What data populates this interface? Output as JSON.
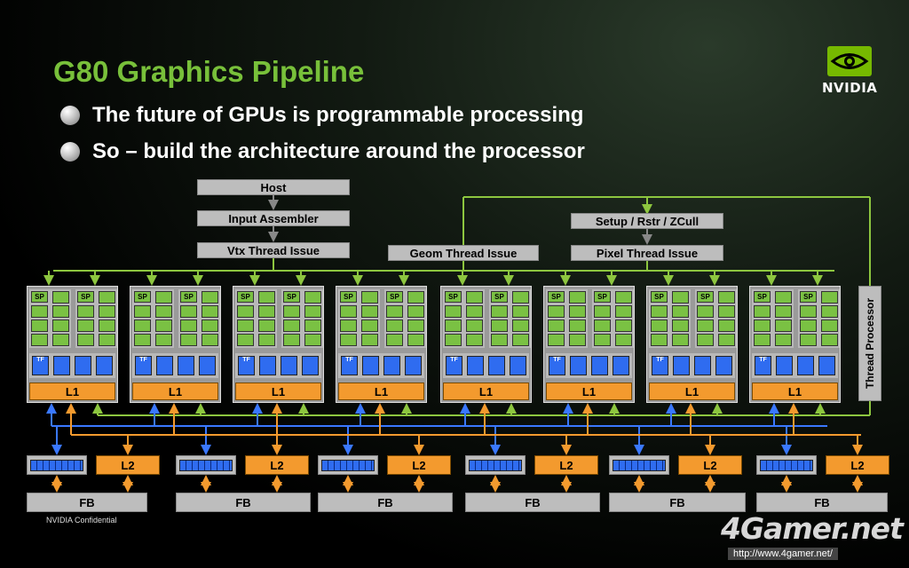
{
  "slide": {
    "title": "G80 Graphics Pipeline",
    "bullets": [
      "The future of GPUs is programmable processing",
      "So – build the architecture around the processor"
    ],
    "logo_text": "NVIDIA",
    "confidential": "NVIDIA Confidential",
    "watermark": "4Gamer.net",
    "watermark_url": "http://www.4gamer.net/"
  },
  "diagram": {
    "host": "Host",
    "input_assembler": "Input Assembler",
    "vtx_thread_issue": "Vtx Thread Issue",
    "geom_thread_issue": "Geom Thread Issue",
    "setup": "Setup / Rstr / ZCull",
    "pixel_thread_issue": "Pixel Thread Issue",
    "thread_processor": "Thread Processor",
    "cluster_count": 8,
    "partition_count": 6,
    "labels": {
      "sp": "SP",
      "tf": "TF",
      "l1": "L1",
      "l2": "L2",
      "fb": "FB"
    }
  },
  "colors": {
    "title_green": "#78c03a",
    "sp_green": "#7ac143",
    "tf_blue": "#2f6cf0",
    "cache_orange": "#f39a2e",
    "wire_green": "#8dc63f",
    "wire_blue": "#3a78ff",
    "wire_orange": "#f39a2e",
    "box_gray": "#bdbdbd"
  }
}
